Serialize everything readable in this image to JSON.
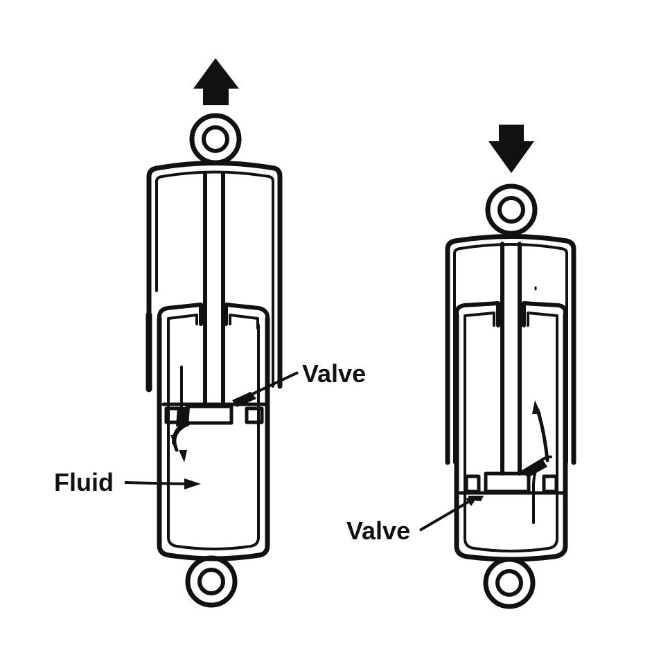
{
  "labels": {
    "valve_left": "Valve",
    "fluid": "Fluid",
    "valve_right": "Valve"
  },
  "icons": {
    "extension_arrow": "arrow-up",
    "compression_arrow": "arrow-down"
  },
  "colors": {
    "ink": "#111111",
    "background": "#ffffff"
  }
}
